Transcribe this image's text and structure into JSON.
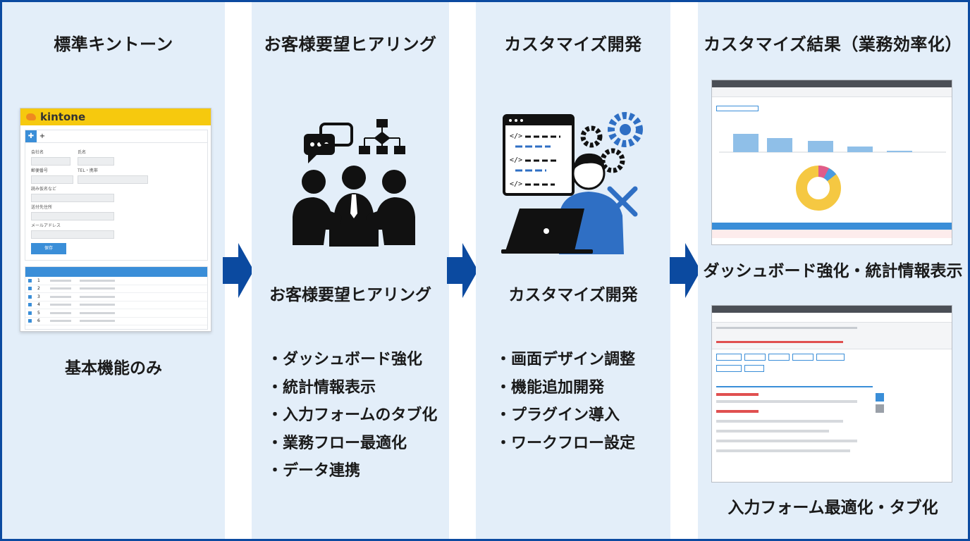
{
  "columns": [
    {
      "title": "標準キントーン",
      "caption": "基本機能のみ"
    },
    {
      "title": "お客様要望ヒアリング",
      "caption": "お客様要望ヒアリング",
      "bullets": [
        "ダッシュボード強化",
        "統計情報表示",
        "入力フォームのタブ化",
        "業務フロー最適化",
        "データ連携"
      ]
    },
    {
      "title": "カスタマイズ開発",
      "caption": "カスタマイズ開発",
      "bullets": [
        "画面デザイン調整",
        "機能追加開発",
        "プラグイン導入",
        "ワークフロー設定"
      ]
    },
    {
      "title": "カスタマイズ結果（業務効率化）",
      "result_captions": [
        "ダッシュボード強化・統計情報表示",
        "入力フォーム最適化・タブ化"
      ]
    }
  ],
  "kintone_mock": {
    "logo": "kintone",
    "tabs": [
      "✚",
      "+"
    ],
    "fields": [
      "会社名",
      "氏名",
      "郵便番号",
      "TEL・携帯",
      "読み仮名など",
      "送付先住所",
      "メールアドレス"
    ],
    "button": "保存",
    "rows": [
      "1",
      "2",
      "3",
      "4",
      "5",
      "6"
    ]
  },
  "icons": [
    "chat-bubbles-icon",
    "flowchart-icon",
    "meeting-people-icon",
    "code-window-icon",
    "gears-icon",
    "wrench-screwdriver-icon",
    "developer-laptop-icon",
    "arrow-right-icon"
  ],
  "colors": {
    "accent": "#0b4aa0",
    "panel": "#e3eef9",
    "kintone_yellow": "#f6c90e",
    "kintone_blue": "#3a8ed8",
    "pie_yellow": "#f5c842",
    "bar_blue": "#8fbfe8",
    "dev_shirt": "#2f6fc4"
  }
}
